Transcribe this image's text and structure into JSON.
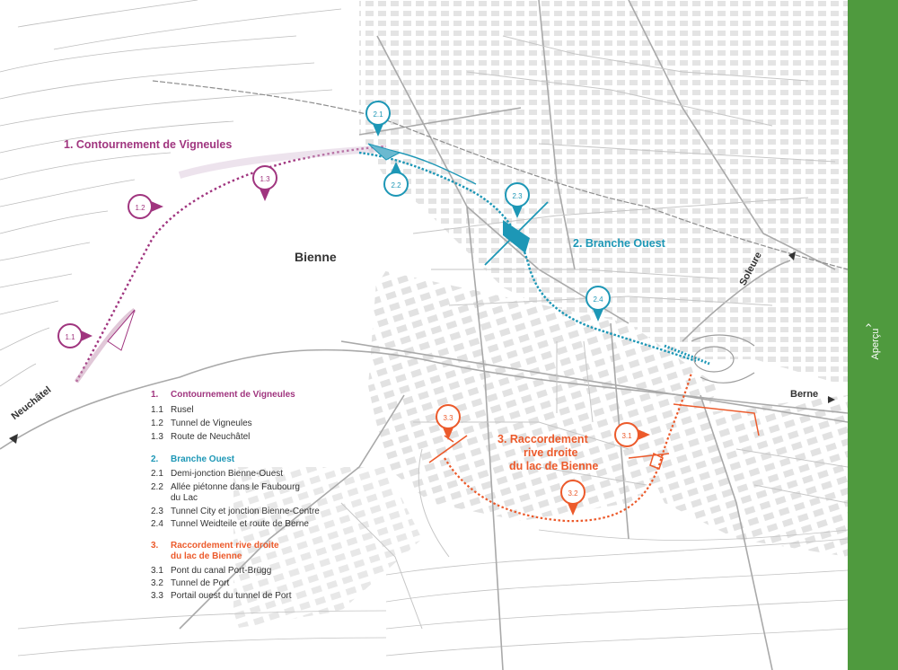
{
  "map": {
    "city_label": "Bienne",
    "direction_labels": {
      "neuchatel": "Neuchâtel",
      "soleure": "Soleure",
      "berne": "Berne"
    },
    "route_titles": {
      "r1": "1. Contournement de Vigneules",
      "r2": "2. Branche Ouest",
      "r3_line1": "3. Raccordement",
      "r3_line2": "rive droite",
      "r3_line3": "du lac de Bienne"
    },
    "colors": {
      "route1": "#a0357f",
      "route2": "#1d97b6",
      "route3": "#ec5a2b",
      "background": "#ffffff",
      "street": "#b9b9b9",
      "frame": "#4f9a3e"
    },
    "markers": {
      "m11": "1.1",
      "m12": "1.2",
      "m13": "1.3",
      "m21": "2.1",
      "m22": "2.2",
      "m23": "2.3",
      "m24": "2.4",
      "m31": "3.1",
      "m32": "3.2",
      "m33": "3.3"
    }
  },
  "legend": {
    "sec1": {
      "num": "1.",
      "title": "Contournement de Vigneules",
      "items": [
        {
          "num": "1.1",
          "label": "Rusel"
        },
        {
          "num": "1.2",
          "label": "Tunnel de Vigneules"
        },
        {
          "num": "1.3",
          "label": "Route de Neuchâtel"
        }
      ]
    },
    "sec2": {
      "num": "2.",
      "title": "Branche Ouest",
      "items": [
        {
          "num": "2.1",
          "label": "Demi-jonction Bienne-Ouest"
        },
        {
          "num": "2.2",
          "label": "Allée piétonne dans le Faubourg",
          "label2": "du Lac"
        },
        {
          "num": "2.3",
          "label": "Tunnel City et jonction Bienne-Centre"
        },
        {
          "num": "2.4",
          "label": "Tunnel Weidteile et route de Berne"
        }
      ]
    },
    "sec3": {
      "num": "3.",
      "title": "Raccordement rive droite",
      "title2": "du lac de Bienne",
      "items": [
        {
          "num": "3.1",
          "label": "Pont du canal Port-Brügg"
        },
        {
          "num": "3.2",
          "label": "Tunnel de Port"
        },
        {
          "num": "3.3",
          "label": "Portail ouest du tunnel de Port"
        }
      ]
    }
  },
  "sidebar": {
    "preview_label": "Aperçu",
    "chevron": "‹"
  }
}
